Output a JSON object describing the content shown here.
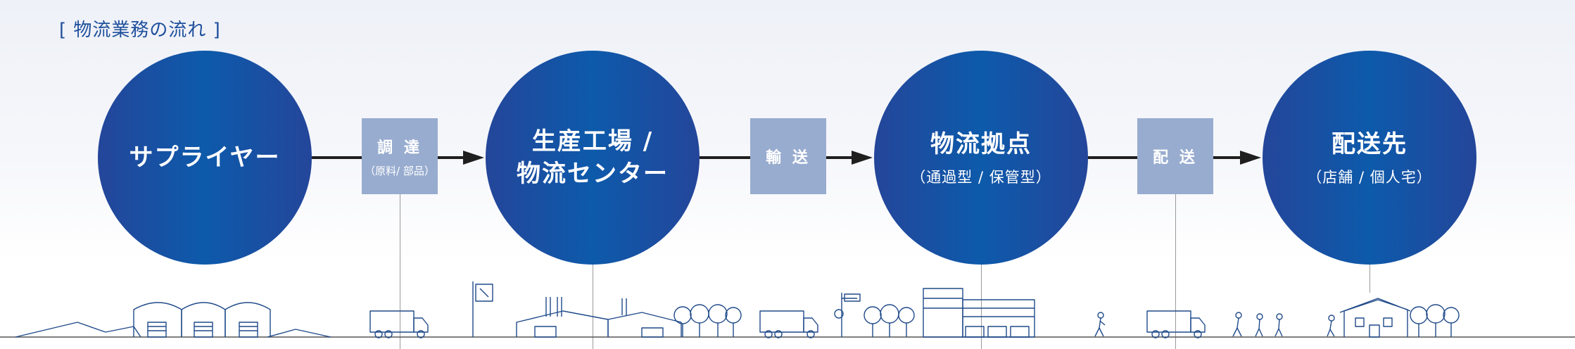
{
  "title": "[ 物流業務の流れ ]",
  "nodes": [
    {
      "main_lines": [
        "サプライヤー"
      ],
      "sub": ""
    },
    {
      "main_lines": [
        "生産工場 /",
        "物流センター"
      ],
      "sub": ""
    },
    {
      "main_lines": [
        "物流拠点"
      ],
      "sub": "（通過型 / 保管型）"
    },
    {
      "main_lines": [
        "配送先"
      ],
      "sub": "（店舗 / 個人宅）"
    }
  ],
  "steps": [
    {
      "label": "調 達",
      "sub": "（原料/ 部品）"
    },
    {
      "label": "輸 送",
      "sub": ""
    },
    {
      "label": "配 送",
      "sub": ""
    }
  ],
  "colors": {
    "circle": "#0d5aab",
    "step_box": "#98accf",
    "title": "#1e4f9c",
    "illustration": "#1f4a8a"
  }
}
